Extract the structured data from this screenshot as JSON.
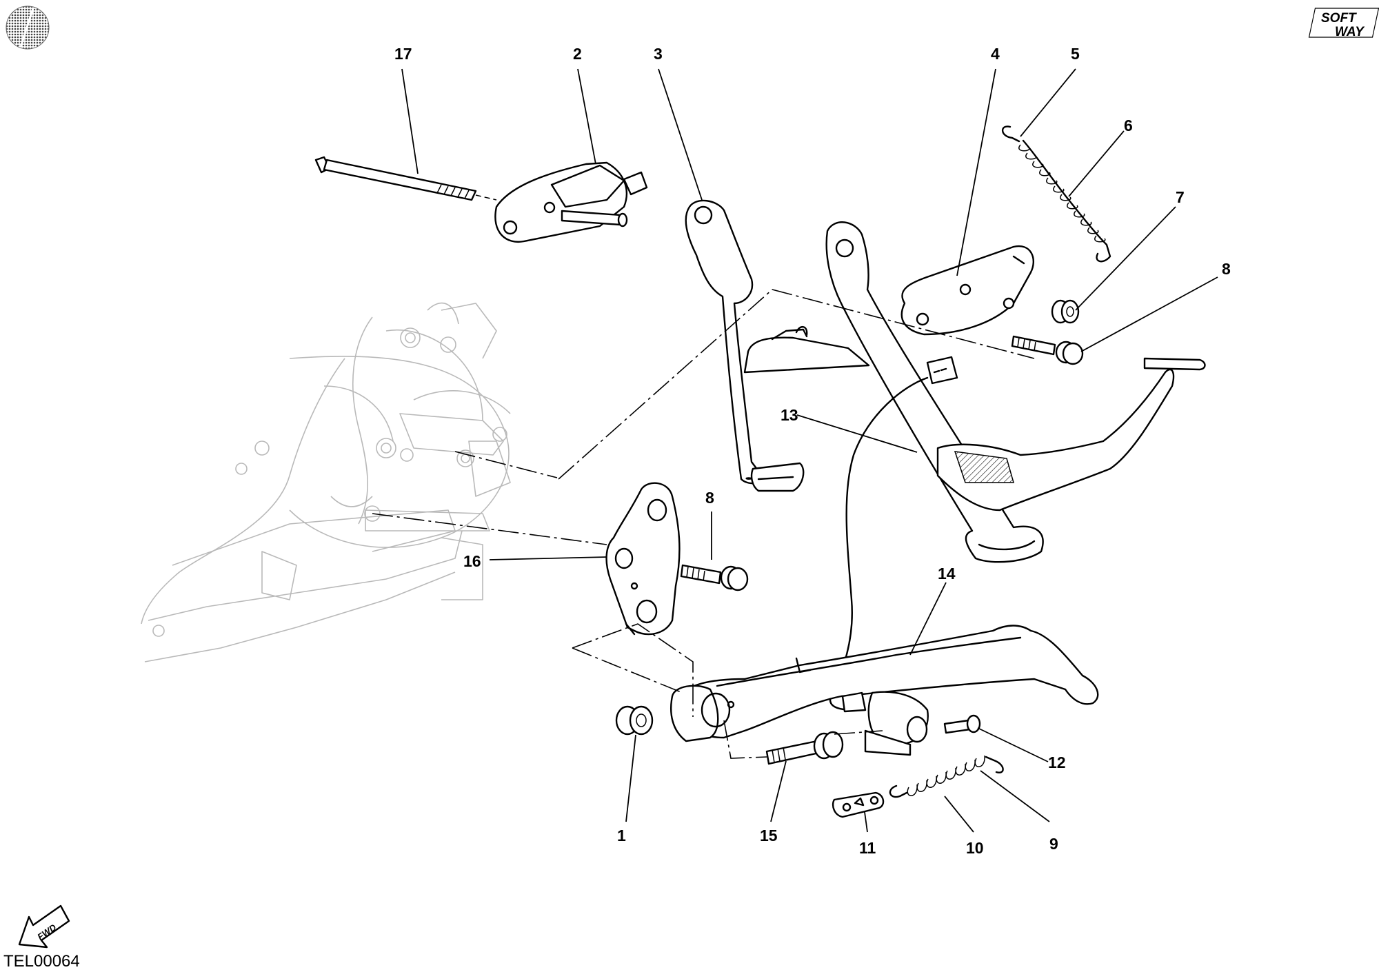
{
  "diagram": {
    "drawing_code": "TEL00064",
    "fwd_label": "FWD",
    "logo": {
      "line1": "SOFT",
      "line2": "WAY"
    },
    "callouts": [
      {
        "id": "c1",
        "label": "1"
      },
      {
        "id": "c2",
        "label": "2"
      },
      {
        "id": "c3",
        "label": "3"
      },
      {
        "id": "c4",
        "label": "4"
      },
      {
        "id": "c5",
        "label": "5"
      },
      {
        "id": "c6",
        "label": "6"
      },
      {
        "id": "c7",
        "label": "7"
      },
      {
        "id": "c8a",
        "label": "8"
      },
      {
        "id": "c8b",
        "label": "8"
      },
      {
        "id": "c9",
        "label": "9"
      },
      {
        "id": "c10",
        "label": "10"
      },
      {
        "id": "c11",
        "label": "11"
      },
      {
        "id": "c12",
        "label": "12"
      },
      {
        "id": "c13",
        "label": "13"
      },
      {
        "id": "c14",
        "label": "14"
      },
      {
        "id": "c15",
        "label": "15"
      },
      {
        "id": "c16",
        "label": "16"
      },
      {
        "id": "c17",
        "label": "17"
      }
    ]
  }
}
